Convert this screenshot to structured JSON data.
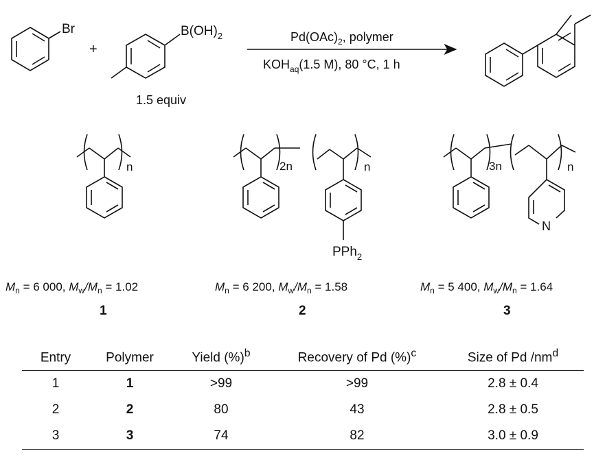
{
  "reaction": {
    "reactant1_sub": "Br",
    "plus": "+",
    "reactant2_sub": "B(OH)",
    "reactant2_sub_index": "2",
    "equiv": "1.5 equiv",
    "conditions_top": "Pd(OAc)",
    "conditions_top_index": "2",
    "conditions_top_rest": ", polymer",
    "conditions_bottom_pre": "KOH",
    "conditions_bottom_sub": "aq",
    "conditions_bottom_rest": "(1.5 M), 80 °C, 1 h"
  },
  "polymers": [
    {
      "subscript_a": "n",
      "subscript_b": "",
      "substituent": "",
      "mn_label": "M",
      "mn_sub": "n",
      "mn_value": " = 6 000, ",
      "mw_label": "M",
      "mw_sub": "w",
      "slash": "/",
      "mn2_label": "M",
      "mn2_sub": "n",
      "pdi": " = 1.02",
      "number": "1"
    },
    {
      "subscript_a": "2n",
      "subscript_b": "n",
      "substituent": "PPh",
      "substituent_sub": "2",
      "mn_label": "M",
      "mn_sub": "n",
      "mn_value": " = 6 200, ",
      "mw_label": "M",
      "mw_sub": "w",
      "slash": "/",
      "mn2_label": "M",
      "mn2_sub": "n",
      "pdi": " = 1.58",
      "number": "2"
    },
    {
      "subscript_a": "3n",
      "subscript_b": "n",
      "substituent": "N",
      "mn_label": "M",
      "mn_sub": "n",
      "mn_value": " = 5 400, ",
      "mw_label": "M",
      "mw_sub": "w",
      "slash": "/",
      "mn2_label": "M",
      "mn2_sub": "n",
      "pdi": " = 1.64",
      "number": "3"
    }
  ],
  "table": {
    "headers": [
      "Entry",
      "Polymer",
      "Yield (%)",
      "Recovery of Pd (%)",
      "Size of Pd /nm"
    ],
    "header_sups": [
      "",
      "",
      "b",
      "c",
      "d"
    ],
    "rows": [
      [
        "1",
        "1",
        ">99",
        ">99",
        "2.8 ± 0.4"
      ],
      [
        "2",
        "2",
        "80",
        "43",
        "2.8 ± 0.5"
      ],
      [
        "3",
        "3",
        "74",
        "82",
        "3.0 ± 0.9"
      ]
    ]
  }
}
